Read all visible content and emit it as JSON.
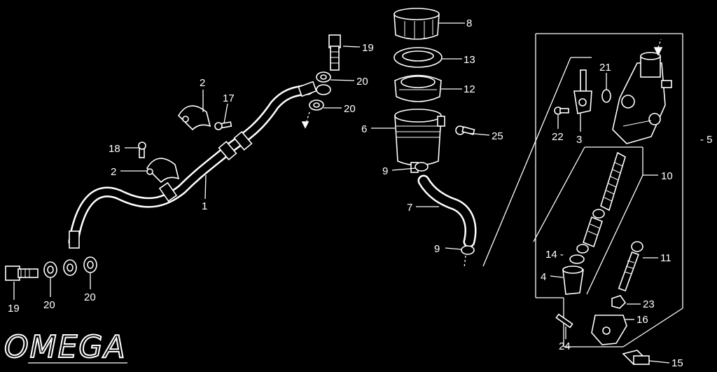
{
  "logo": {
    "text": "OMEGA"
  },
  "callouts": [
    {
      "id": "c8",
      "text": "8"
    },
    {
      "id": "c19a",
      "text": "19"
    },
    {
      "id": "c13",
      "text": "13"
    },
    {
      "id": "c20a",
      "text": "20"
    },
    {
      "id": "c12",
      "text": "12"
    },
    {
      "id": "c20b",
      "text": "20"
    },
    {
      "id": "c2a",
      "text": "2"
    },
    {
      "id": "c17",
      "text": "17"
    },
    {
      "id": "c6",
      "text": "6"
    },
    {
      "id": "c25",
      "text": "25"
    },
    {
      "id": "c18",
      "text": "18"
    },
    {
      "id": "c2b",
      "text": "2"
    },
    {
      "id": "c9a",
      "text": "9"
    },
    {
      "id": "c1",
      "text": "1"
    },
    {
      "id": "c7",
      "text": "7"
    },
    {
      "id": "c9b",
      "text": "9"
    },
    {
      "id": "c19b",
      "text": "19"
    },
    {
      "id": "c20c",
      "text": "20"
    },
    {
      "id": "c20d",
      "text": "20"
    },
    {
      "id": "c21",
      "text": "21"
    },
    {
      "id": "c22",
      "text": "22"
    },
    {
      "id": "c3",
      "text": "3"
    },
    {
      "id": "c5",
      "text": "- 5"
    },
    {
      "id": "c10",
      "text": "10"
    },
    {
      "id": "c14",
      "text": "14 -"
    },
    {
      "id": "c11",
      "text": "11"
    },
    {
      "id": "c4",
      "text": "4"
    },
    {
      "id": "c23",
      "text": "23"
    },
    {
      "id": "c16",
      "text": "16"
    },
    {
      "id": "c24",
      "text": "24"
    },
    {
      "id": "c15",
      "text": "15"
    }
  ]
}
